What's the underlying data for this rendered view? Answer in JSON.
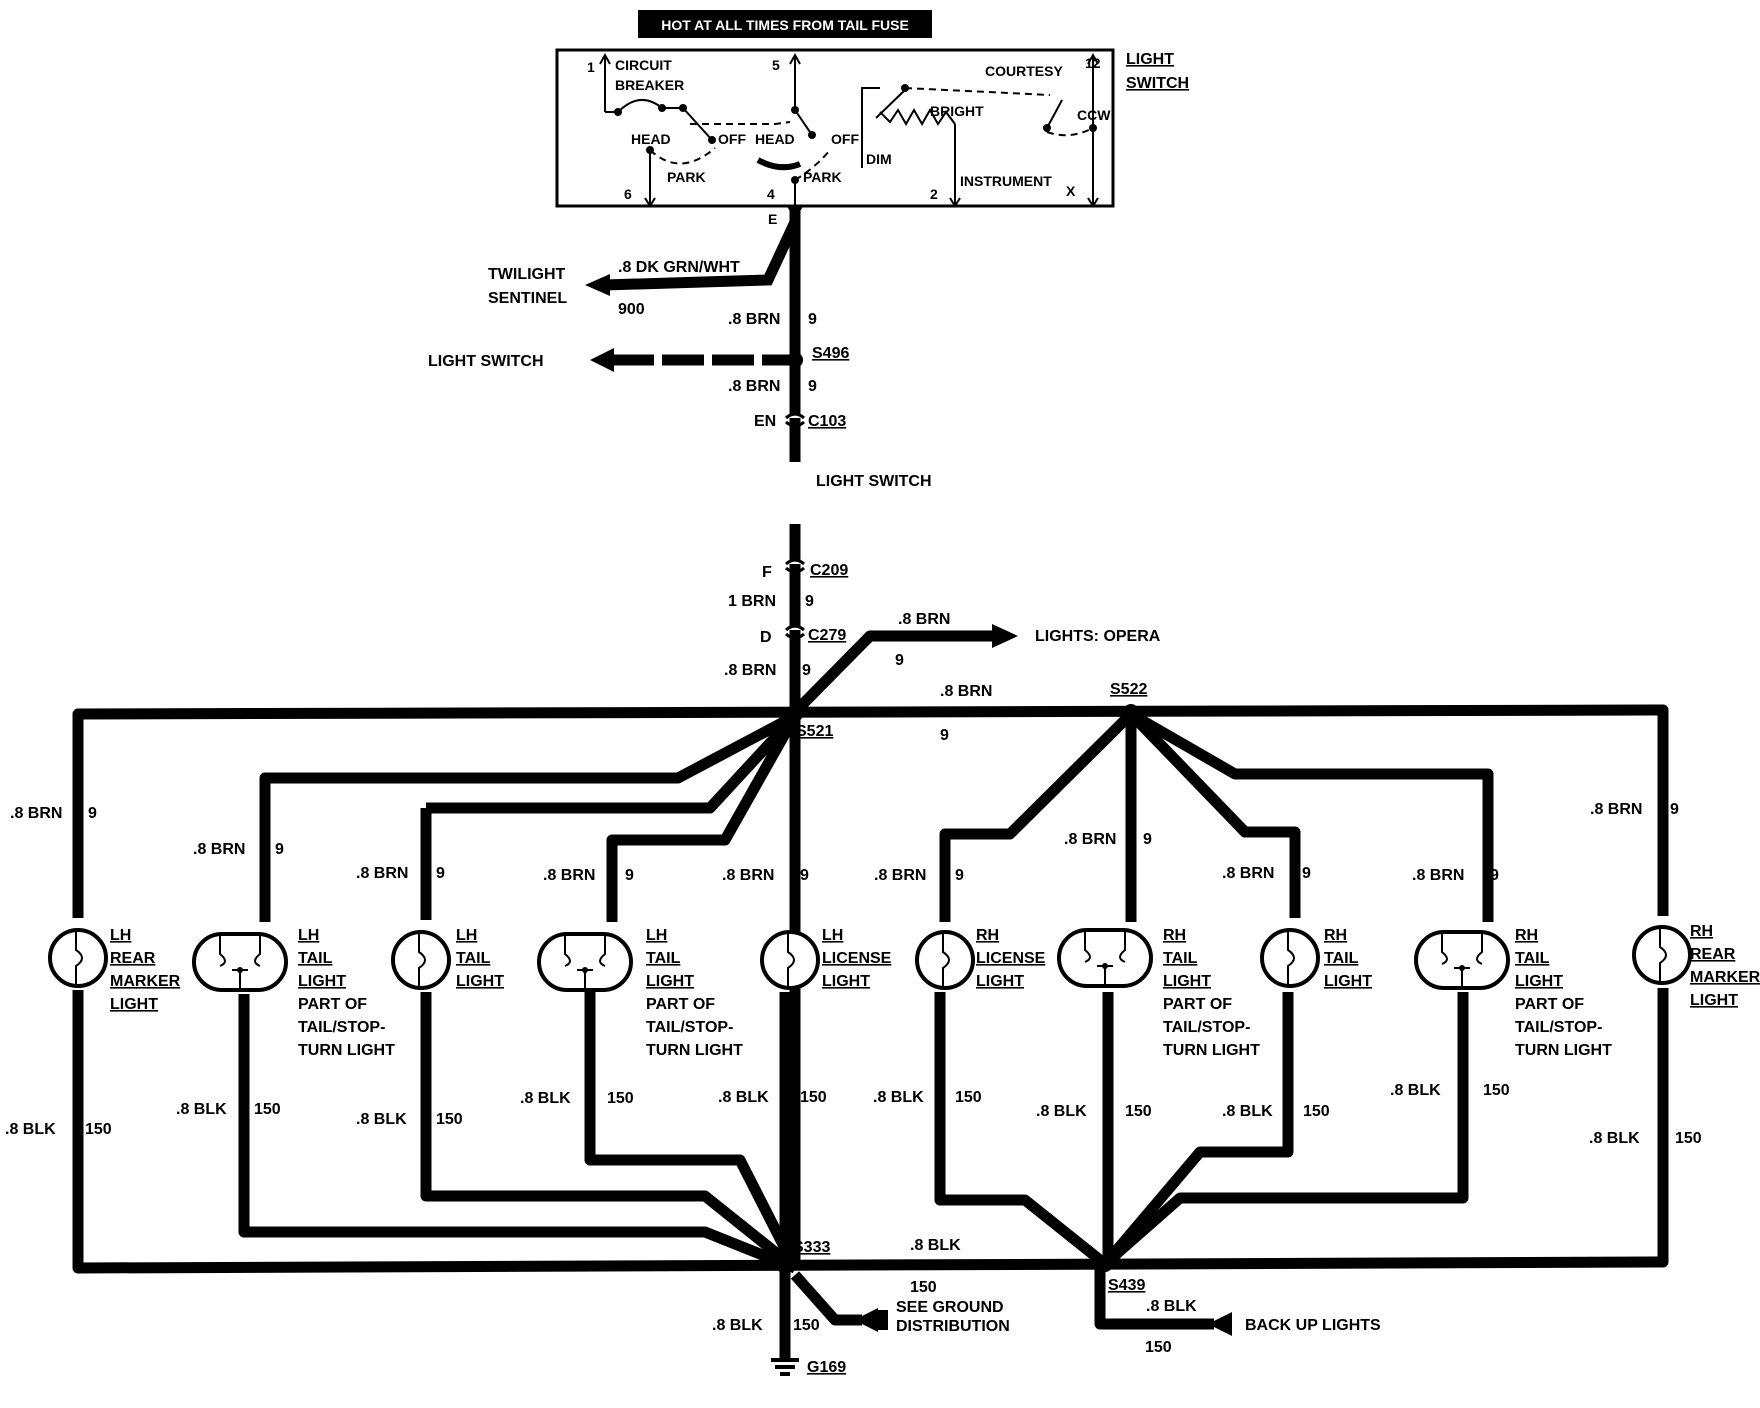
{
  "header": {
    "hot_label": "HOT AT ALL TIMES FROM TAIL FUSE"
  },
  "switch_box": {
    "title_line1": "LIGHT",
    "title_line2": "SWITCH",
    "circuit_breaker_1": "CIRCUIT",
    "circuit_breaker_2": "BREAKER",
    "head_left": "HEAD",
    "off_left": "OFF",
    "park_left": "PARK",
    "head_mid": "HEAD",
    "off_mid": "OFF",
    "park_mid": "PARK",
    "bright": "BRIGHT",
    "dim": "DIM",
    "instrument": "INSTRUMENT",
    "courtesy": "COURTESY",
    "ccw": "CCW",
    "term_1": "1",
    "term_5": "5",
    "term_12": "12",
    "term_6": "6",
    "term_4": "4",
    "term_2": "2",
    "term_x": "X",
    "term_e": "E"
  },
  "upper_branch": {
    "twilight_1": "TWILIGHT",
    "twilight_2": "SENTINEL",
    "twilight_wire": ".8 DK GRN/WHT",
    "twilight_circuit": "900",
    "wire_a": ".8 BRN",
    "circuit_a": "9",
    "splice_s496": "S496",
    "light_switch_left": "LIGHT SWITCH",
    "wire_b": ".8 BRN",
    "circuit_b": "9",
    "c103_pin": "EN",
    "c103": "C103",
    "light_switch_mid": "LIGHT SWITCH"
  },
  "lower_trunk": {
    "c209_pin": "F",
    "c209": "C209",
    "wire_c": "1 BRN",
    "circuit_c": "9",
    "c279_pin": "D",
    "c279": "C279",
    "opera_wire": ".8 BRN",
    "opera_circuit": "9",
    "opera_label": "LIGHTS: OPERA",
    "wire_d": ".8 BRN",
    "circuit_d": "9",
    "bus_wire": ".8 BRN",
    "bus_circuit": "9",
    "splice_s521": "S521",
    "splice_s522": "S522"
  },
  "lamps": [
    {
      "l1": "LH",
      "l2": "REAR",
      "l3": "MARKER",
      "l4": "LIGHT",
      "l5": "",
      "l6": "",
      "l7": "",
      "wire_top": ".8 BRN",
      "circ_top": "9",
      "wire_bot": ".8 BLK",
      "circ_bot": "150"
    },
    {
      "l1": "LH",
      "l2": "TAIL",
      "l3": "LIGHT",
      "l4": "PART OF",
      "l5": "TAIL/STOP-",
      "l6": "TURN LIGHT",
      "l7": "",
      "wire_top": ".8 BRN",
      "circ_top": "9",
      "wire_bot": ".8 BLK",
      "circ_bot": "150"
    },
    {
      "l1": "LH",
      "l2": "TAIL",
      "l3": "LIGHT",
      "l4": "",
      "l5": "",
      "l6": "",
      "l7": "",
      "wire_top": ".8 BRN",
      "circ_top": "9",
      "wire_bot": ".8 BLK",
      "circ_bot": "150"
    },
    {
      "l1": "LH",
      "l2": "TAIL",
      "l3": "LIGHT",
      "l4": "PART OF",
      "l5": "TAIL/STOP-",
      "l6": "TURN LIGHT",
      "l7": "",
      "wire_top": ".8 BRN",
      "circ_top": "9",
      "wire_bot": ".8 BLK",
      "circ_bot": "150"
    },
    {
      "l1": "LH",
      "l2": "LICENSE",
      "l3": "LIGHT",
      "l4": "",
      "l5": "",
      "l6": "",
      "l7": "",
      "wire_top": ".8 BRN",
      "circ_top": "9",
      "wire_bot": ".8 BLK",
      "circ_bot": "150"
    },
    {
      "l1": "RH",
      "l2": "LICENSE",
      "l3": "LIGHT",
      "l4": "",
      "l5": "",
      "l6": "",
      "l7": "",
      "wire_top": ".8 BRN",
      "circ_top": "9",
      "wire_bot": ".8 BLK",
      "circ_bot": "150"
    },
    {
      "l1": "RH",
      "l2": "TAIL",
      "l3": "LIGHT",
      "l4": "PART OF",
      "l5": "TAIL/STOP-",
      "l6": "TURN LIGHT",
      "l7": "",
      "wire_top": ".8 BRN",
      "circ_top": "9",
      "wire_bot": ".8 BLK",
      "circ_bot": "150"
    },
    {
      "l1": "RH",
      "l2": "TAIL",
      "l3": "LIGHT",
      "l4": "",
      "l5": "",
      "l6": "",
      "l7": "",
      "wire_top": ".8 BRN",
      "circ_top": "9",
      "wire_bot": ".8 BLK",
      "circ_bot": "150"
    },
    {
      "l1": "RH",
      "l2": "TAIL",
      "l3": "LIGHT",
      "l4": "PART OF",
      "l5": "TAIL/STOP-",
      "l6": "TURN LIGHT",
      "l7": "",
      "wire_top": ".8 BRN",
      "circ_top": "9",
      "wire_bot": ".8 BLK",
      "circ_bot": "150"
    },
    {
      "l1": "RH",
      "l2": "REAR",
      "l3": "MARKER",
      "l4": "LIGHT",
      "l5": "",
      "l6": "",
      "l7": "",
      "wire_top": ".8 BRN",
      "circ_top": "9",
      "wire_bot": ".8 BLK",
      "circ_bot": "150"
    }
  ],
  "ground": {
    "splice_s333": "S333",
    "splice_s439": "S439",
    "bus_wire": ".8 BLK",
    "see_ground_1": "SEE GROUND",
    "see_ground_2": "DISTRIBUTION",
    "see_ground_circuit": "150",
    "g_wire": ".8 BLK",
    "g_circuit": "150",
    "g169": "G169",
    "backup_wire": ".8 BLK",
    "backup_circuit": "150",
    "backup_label": "BACK UP LIGHTS"
  }
}
